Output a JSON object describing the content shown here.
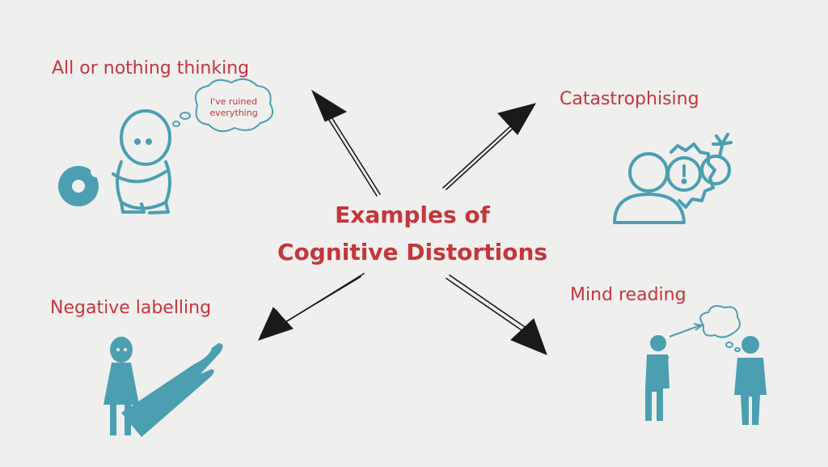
{
  "diagram": {
    "title_line1": "Examples of",
    "title_line2": "Cognitive Distortions",
    "items": [
      {
        "label": "All or nothing thinking",
        "thought": "I've ruined everything"
      },
      {
        "label": "Catastrophising"
      },
      {
        "label": "Negative labelling"
      },
      {
        "label": "Mind reading"
      }
    ]
  },
  "colors": {
    "background": "#efefee",
    "text_red": "#c4363b",
    "icon_teal": "#4b9fb1",
    "arrow": "#1a1a1a"
  },
  "icons": [
    "sad-person-icon",
    "donut-icon",
    "thought-bubble-icon",
    "people-gear-bomb-icon",
    "person-shadow-icon",
    "mind-reading-people-icon"
  ]
}
